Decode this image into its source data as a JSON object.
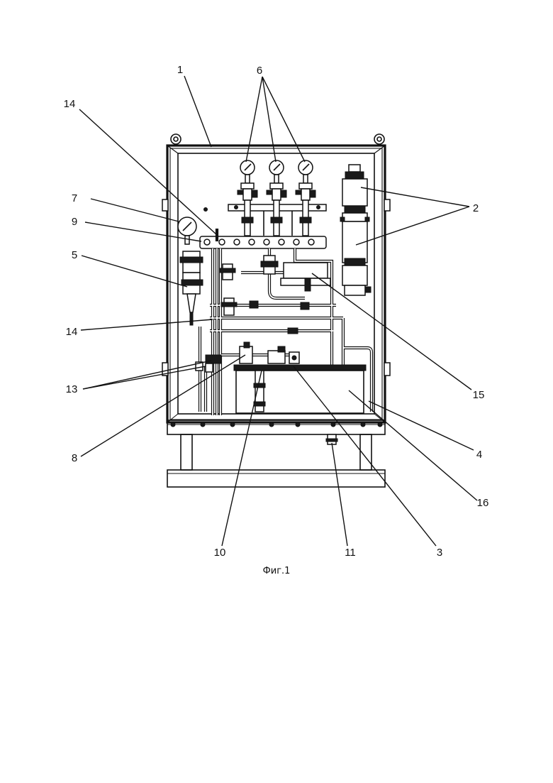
{
  "figure": {
    "caption": "Фиг.1",
    "labels": [
      "1",
      "6",
      "14",
      "7",
      "9",
      "5",
      "14",
      "13",
      "8",
      "2",
      "15",
      "4",
      "16",
      "3",
      "10",
      "11"
    ]
  }
}
